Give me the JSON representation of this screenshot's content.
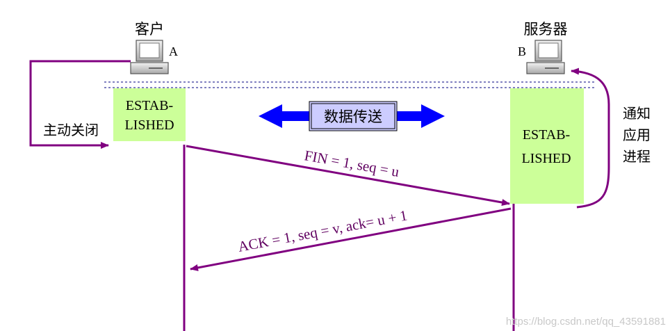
{
  "client": {
    "title": "客户",
    "tag": "A",
    "state_line1": "ESTAB-",
    "state_line2": "LISHED",
    "action": "主动关闭"
  },
  "server": {
    "title": "服务器",
    "tag": "B",
    "state_line1": "ESTAB-",
    "state_line2": "LISHED",
    "action_line1": "通知",
    "action_line2": "应用",
    "action_line3": "进程"
  },
  "data_transfer": {
    "label": "数据传送"
  },
  "messages": [
    {
      "label": "FIN = 1, seq = u",
      "direction": "A→B"
    },
    {
      "label": "ACK = 1, seq = v, ack= u + 1",
      "direction": "B→A"
    }
  ],
  "watermark": "https://blog.csdn.net/qq_43591881",
  "colors": {
    "purple": "#800080",
    "state_box": "#ccff99",
    "arrow_blue": "#0000ff",
    "label_box": "#ccccff"
  }
}
